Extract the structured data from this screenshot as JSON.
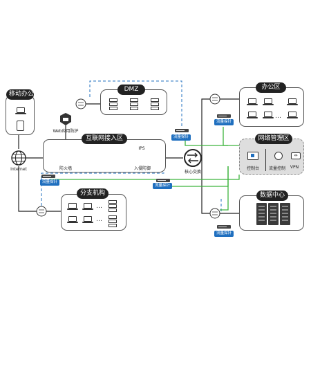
{
  "zones": {
    "mobile": "移动办公",
    "dmz": "DMZ",
    "office": "办公区",
    "internet_access": "互联网接入区",
    "network_mgmt": "网络管理区",
    "branch": "分支机构",
    "datacenter": "数据中心"
  },
  "labels": {
    "web_protect": "Web应用防护",
    "internet": "Internet",
    "firewall": "防火墙",
    "ips": "IPS",
    "intrusion": "入侵防御",
    "core_switch": "核心交换",
    "console": "控制台",
    "flow_control": "流量控制",
    "vpn": "VPN"
  },
  "probe_label": "流量探针",
  "colors": {
    "green_link": "#3cb43c",
    "blue_dashed": "#1f6fbf",
    "black_link": "#222222",
    "probe_bg": "#1f6fbf"
  },
  "icons": [
    "globe-icon",
    "firewall-icon",
    "shield-icon",
    "switch-icon",
    "laptop-icon",
    "tablet-icon",
    "server-icon",
    "monitor-icon",
    "gauge-icon",
    "vpn-icon"
  ]
}
